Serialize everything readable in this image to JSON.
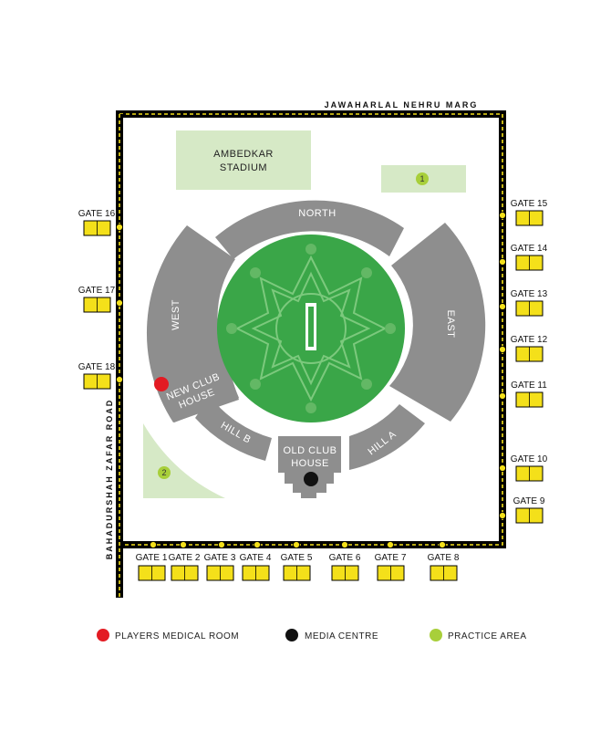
{
  "roads": {
    "top": "JAWAHARLAL NEHRU MARG",
    "left": "BAHADURSHAH ZAFAR ROAD"
  },
  "areas": {
    "stadium": [
      "AMBEDKAR",
      "STADIUM"
    ],
    "practice_1": "1",
    "practice_2": "2"
  },
  "stands": {
    "north": "NORTH",
    "east": "EAST",
    "west": "WEST",
    "new_club_house": [
      "NEW CLUB",
      "HOUSE"
    ],
    "hill_b": "HILL B",
    "old_club_house": [
      "OLD CLUB",
      "HOUSE"
    ],
    "hill_a": "HILL A"
  },
  "gates": {
    "right": [
      "GATE 15",
      "GATE 14",
      "GATE 13",
      "GATE 12",
      "GATE 11",
      "GATE 10",
      "GATE 9"
    ],
    "left": [
      "GATE 16",
      "GATE 17",
      "GATE 18"
    ],
    "bottom": [
      "GATE 1",
      "GATE 2",
      "GATE 3",
      "GATE 4",
      "GATE 5",
      "GATE 6",
      "GATE 7",
      "GATE 8"
    ]
  },
  "legend": [
    {
      "label": "PLAYERS MEDICAL ROOM",
      "color": "#e31b23"
    },
    {
      "label": "MEDIA CENTRE",
      "color": "#111111"
    },
    {
      "label": "PRACTICE AREA",
      "color": "#a8cf3a"
    }
  ],
  "colors": {
    "road": "#000000",
    "road_dash": "#f4e01a",
    "stand": "#8e8e8e",
    "field": "#3aa648",
    "field_pattern": "#7cc97d",
    "green_area": "#d6e9c6",
    "gate_fill": "#f4e01a"
  }
}
